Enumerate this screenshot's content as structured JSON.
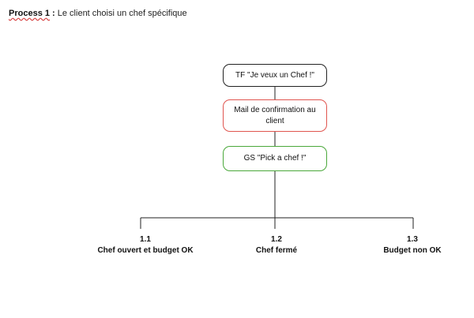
{
  "title": {
    "strong": "Process 1",
    "colon": " : ",
    "rest": "Le client choisi un chef spécifique"
  },
  "nodes": [
    {
      "id": "tf",
      "label": "TF \"Je veux un Chef !\"",
      "border": "#222222"
    },
    {
      "id": "mail",
      "label": "Mail de confirmation au client",
      "border": "#e0554f"
    },
    {
      "id": "gs",
      "label": "GS \"Pick a chef !\"",
      "border": "#4aa83a"
    }
  ],
  "branches": [
    {
      "number": "1.1",
      "label": "Chef ouvert et budget OK"
    },
    {
      "number": "1.2",
      "label": "Chef fermé"
    },
    {
      "number": "1.3",
      "label": "Budget non OK"
    }
  ]
}
